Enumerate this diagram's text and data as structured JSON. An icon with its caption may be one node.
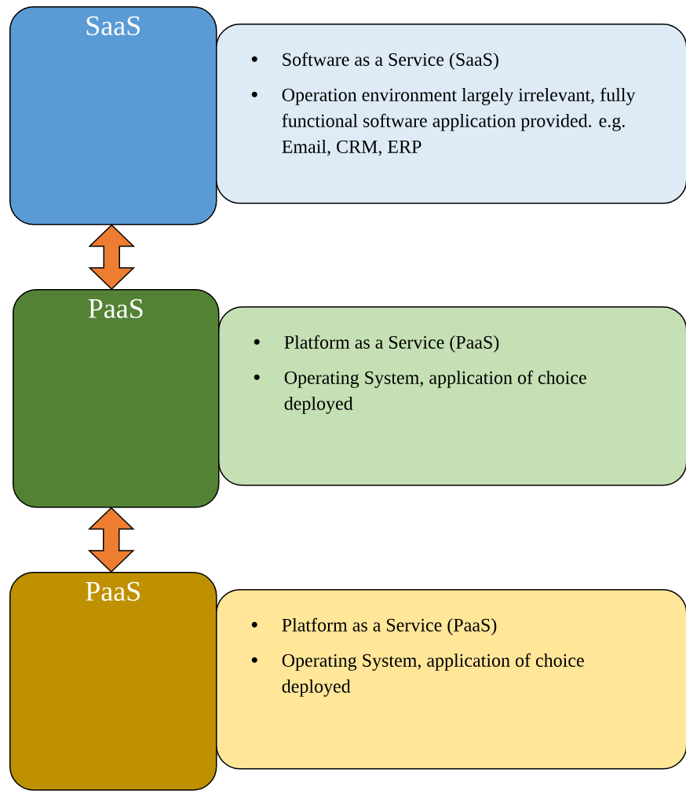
{
  "diagram": {
    "nodes": [
      {
        "text": [
          "SaaS"
        ]
      },
      {
        "text": [
          "Software as a Service (SaaS)",
          "Operation environment largely irrelevant, fully functional software application provided. e.g. Email, CRM, ERP"
        ]
      },
      {
        "text": [
          "PaaS"
        ]
      },
      {
        "text": [
          "Platform as a Service (PaaS)",
          "Operating System, application of choice deployed"
        ]
      },
      {
        "text": [
          "PaaS"
        ]
      },
      {
        "text": [
          "Platform as a Service (PaaS)",
          "Operating System, application of choice deployed"
        ]
      }
    ],
    "edges": [
      {
        "from": 0,
        "to": 2,
        "arrow": "both"
      },
      {
        "from": 2,
        "to": 4,
        "arrow": "both"
      }
    ]
  }
}
